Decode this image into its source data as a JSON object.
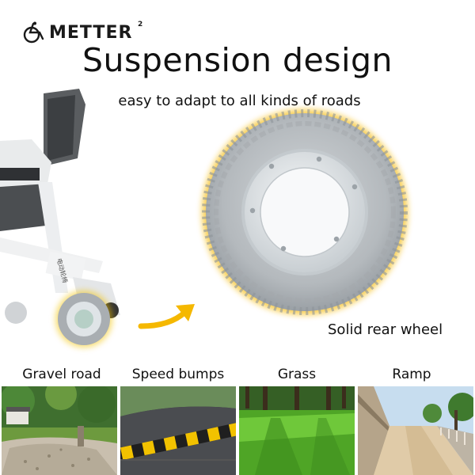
{
  "brand": {
    "name": "METTER",
    "superscript": "2",
    "logo_icon": "wheelchair-logo-icon"
  },
  "headline": "Suspension design",
  "subline": "easy to adapt to all kinds of roads",
  "wheel_caption": "Solid rear wheel",
  "categories": [
    {
      "label": "Gravel road"
    },
    {
      "label": "Speed bumps"
    },
    {
      "label": "Grass"
    },
    {
      "label": "Ramp"
    }
  ],
  "colors": {
    "accent": "#f5b800",
    "tire": "#b9bec2",
    "hub": "#d7dde1"
  }
}
